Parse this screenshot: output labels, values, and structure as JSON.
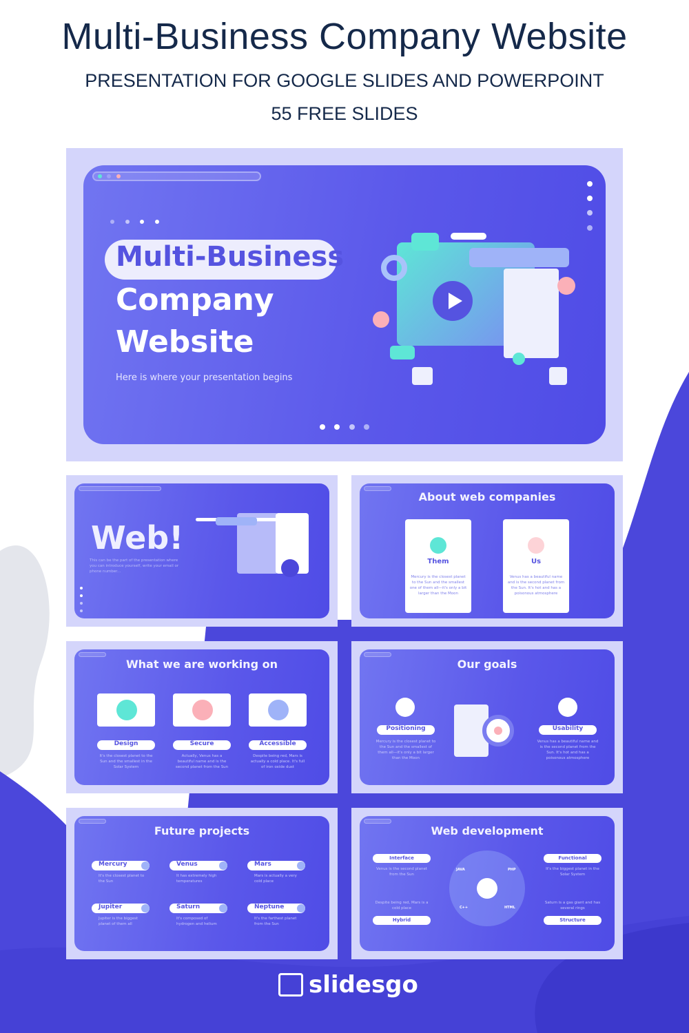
{
  "header": {
    "title": "Multi-Business Company Website",
    "subtitle": "PRESENTATION FOR GOOGLE SLIDES AND POWERPOINT",
    "count": "55 FREE SLIDES"
  },
  "colors": {
    "navy": "#15294a",
    "frame": "#d4d5fb",
    "slide": "#5a57ea",
    "accent_teal": "#5ee6d6",
    "accent_pink": "#fbb0b8",
    "bg_wave": "#4b47db"
  },
  "cover": {
    "title_line1": "Multi-Business",
    "title_line2": "Company",
    "title_line3": "Website",
    "tagline": "Here is where your presentation begins"
  },
  "web_slide": {
    "title": "Web!",
    "text": "This can be the part of the presentation where you can introduce yourself, write your email or phone number..."
  },
  "about": {
    "title": "About web companies",
    "cards": [
      {
        "label": "Them",
        "icon": "gear-icon",
        "text": "Mercury is the closest planet to the Sun and the smallest one of them all—it's only a bit larger than the Moon"
      },
      {
        "label": "Us",
        "icon": "rocket-icon",
        "text": "Venus has a beautiful name and is the second planet from the Sun. It's hot and has a poisonous atmosphere"
      }
    ]
  },
  "working": {
    "title": "What we are working on",
    "items": [
      {
        "label": "Design",
        "icon": "lightbulb-icon",
        "text": "It's the closest planet to the Sun and the smallest in the Solar System"
      },
      {
        "label": "Secure",
        "icon": "shield-icon",
        "text": "Actually, Venus has a beautiful name and is the second planet from the Sun"
      },
      {
        "label": "Accessible",
        "icon": "percent-badge-icon",
        "text": "Despite being red, Mars is actually a cold place. It's full of iron oxide dust"
      }
    ]
  },
  "goals": {
    "title": "Our goals",
    "items": [
      {
        "label": "Positioning",
        "text": "Mercury is the closest planet to the Sun and the smallest of them all—it's only a bit larger than the Moon"
      },
      {
        "label": "Usability",
        "text": "Venus has a beautiful name and is the second planet from the Sun. It's hot and has a poisonous atmosphere"
      }
    ]
  },
  "future": {
    "title": "Future projects",
    "items": [
      {
        "label": "Mercury",
        "text": "It's the closest planet to the Sun"
      },
      {
        "label": "Venus",
        "text": "It has extremely high temperatures"
      },
      {
        "label": "Mars",
        "text": "Mars is actually a very cold place"
      },
      {
        "label": "Jupiter",
        "text": "Jupiter is the biggest planet of them all"
      },
      {
        "label": "Saturn",
        "text": "It's composed of hydrogen and helium"
      },
      {
        "label": "Neptune",
        "text": "It's the farthest planet from the Sun"
      }
    ]
  },
  "webdev": {
    "title": "Web development",
    "left": [
      {
        "label": "Interface",
        "text": "Venus is the second planet from the Sun"
      },
      {
        "label": "Hybrid",
        "text": "Despite being red, Mars is a cold place"
      }
    ],
    "right": [
      {
        "label": "Functional",
        "text": "It's the biggest planet in the Solar System"
      },
      {
        "label": "Structure",
        "text": "Saturn is a gas giant and has several rings"
      }
    ],
    "langs": [
      "JAVA",
      "PHP",
      "C++",
      "HTML"
    ]
  },
  "footer": {
    "logo": "slidesgo"
  }
}
